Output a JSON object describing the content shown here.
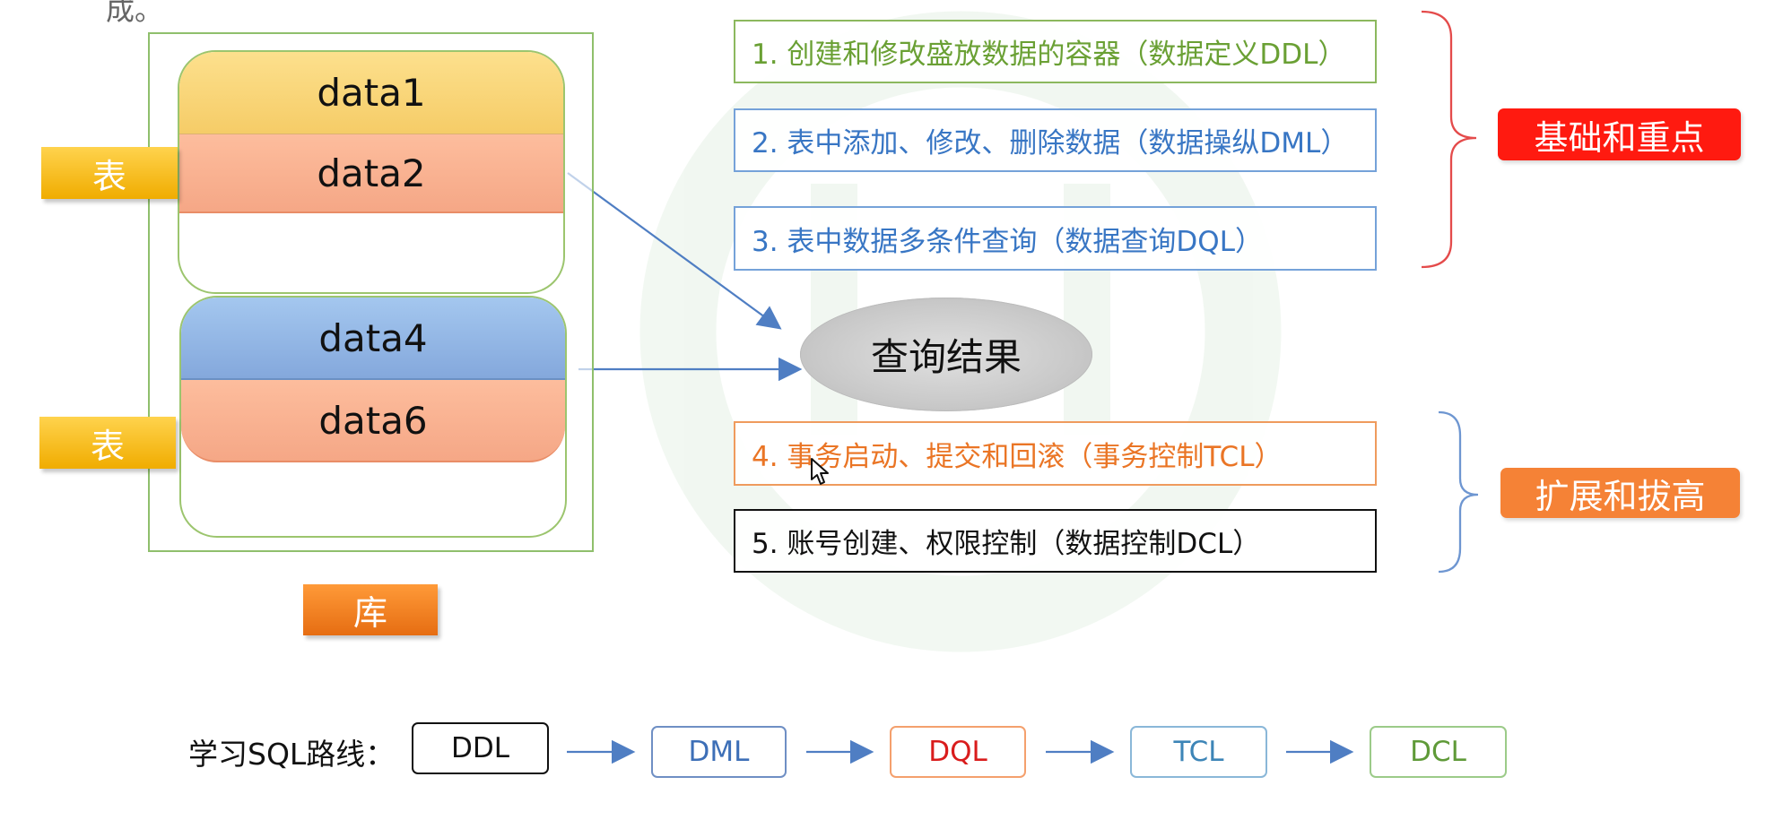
{
  "top_fragment": "成。",
  "storage": {
    "tables": [
      {
        "rows": [
          "data1",
          "data2"
        ]
      },
      {
        "rows": [
          "data4",
          "data6"
        ]
      }
    ],
    "table_tags": [
      "表",
      "表"
    ],
    "database_tag": "库"
  },
  "categories": [
    {
      "text": "1. 创建和修改盛放数据的容器（数据定义DDL）",
      "color": "#6aa034"
    },
    {
      "text": "2. 表中添加、修改、删除数据（数据操纵DML）",
      "color": "#3876c4"
    },
    {
      "text": "3. 表中数据多条件查询（数据查询DQL）",
      "color": "#3876c4"
    },
    {
      "text": "4. 事务启动、提交和回滚（事务控制TCL）",
      "color": "#ea7525"
    },
    {
      "text": "5. 账号创建、权限控制（数据控制DCL）",
      "color": "#111111"
    }
  ],
  "result": {
    "label": "查询结果"
  },
  "badges": {
    "basic": "基础和重点",
    "extend": "扩展和拔高"
  },
  "route": {
    "label": "学习SQL路线：",
    "steps": [
      "DDL",
      "DML",
      "DQL",
      "TCL",
      "DCL"
    ]
  },
  "colors": {
    "green_border": "#8cb85e",
    "blue_border": "#75a2d9",
    "orange_border": "#ef9b5d",
    "red_bracket": "#e44b4b",
    "blue_bracket": "#6e96d1",
    "arrow_blue": "#4f7ec3",
    "badge_red": "#ff1a10",
    "badge_orange": "#f58236",
    "tag_yellow": "#f0ac00"
  },
  "icons": {
    "cursor": "mouse-pointer-icon"
  }
}
